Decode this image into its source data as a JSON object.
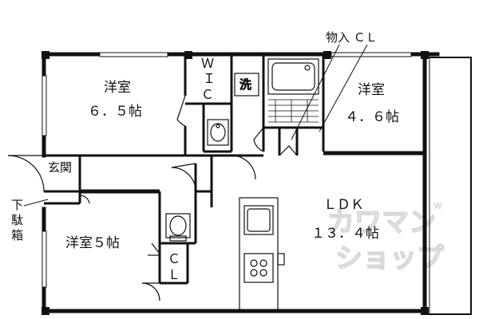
{
  "rooms": {
    "western_room_a": {
      "name": "洋室",
      "size": "６．５帖"
    },
    "western_room_b": {
      "name": "洋室",
      "size": "４．６帖"
    },
    "western_room_c": {
      "name": "洋室５帖"
    },
    "ldk": {
      "name": "ＬＤＫ",
      "size": "１３．４帖"
    },
    "genkan": "玄関",
    "wic": [
      "Ｗ",
      "Ｉ",
      "Ｃ"
    ],
    "cl": [
      "Ｃ",
      "Ｌ"
    ],
    "sentaku": "洗"
  },
  "annotations": {
    "storage_cl": "物入 ＣＬ",
    "shoe_box": [
      "下",
      "駄",
      "箱"
    ]
  },
  "watermark": {
    "line1": "カワマン",
    "line2": "ショップ",
    "small": "W"
  }
}
